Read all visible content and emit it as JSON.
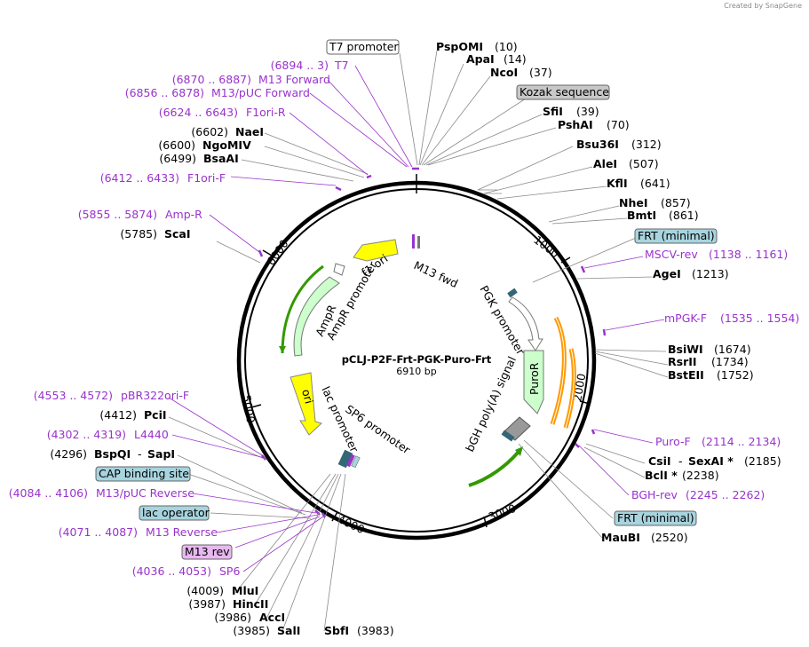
{
  "credit": "Created by SnapGene",
  "plasmid": {
    "name": "pCLJ-P2F-Frt-PGK-Puro-Frt",
    "length": "6910 bp"
  },
  "ticks": [
    "1000",
    "2000",
    "3000",
    "4000",
    "5000",
    "6000"
  ],
  "features": {
    "m13fwd": "M13 fwd",
    "f1ori": "f1 ori",
    "ampr_promoter": "AmpR promoter",
    "ampr": "AmpR",
    "ori": "ori",
    "lac_promoter": "lac promoter",
    "sp6_promoter": "SP6 promoter",
    "pgk_promoter": "PGK promoter",
    "puror": "PuroR",
    "bgh": "bGH poly(A) signal"
  },
  "labels": {
    "t7prom": "T7 promoter",
    "kozak": "Kozak sequence",
    "frt1": "FRT (minimal)",
    "frt2": "FRT (minimal)",
    "cap": "CAP binding site",
    "lacop": "lac operator",
    "m13rev": "M13 rev",
    "pspomi": "PspOMI",
    "pspomi_pos": "(10)",
    "apai": "ApaI",
    "apai_pos": "(14)",
    "ncoi": "NcoI",
    "ncoi_pos": "(37)",
    "sfii": "SfiI",
    "sfii_pos": "(39)",
    "pshai": "PshAI",
    "pshai_pos": "(70)",
    "bsu36i": "Bsu36I",
    "bsu36i_pos": "(312)",
    "alei": "AleI",
    "alei_pos": "(507)",
    "kfli": "KflI",
    "kfli_pos": "(641)",
    "nhei": "NheI",
    "nhei_pos": "(857)",
    "bmti": "BmtI",
    "bmti_pos": "(861)",
    "mscvrev": "MSCV-rev",
    "mscvrev_pos": "(1138 .. 1161)",
    "agei": "AgeI",
    "agei_pos": "(1213)",
    "mpgkf": "mPGK-F",
    "mpgkf_pos": "(1535 .. 1554)",
    "bsiwi": "BsiWI",
    "bsiwi_pos": "(1674)",
    "rsrii": "RsrII",
    "rsrii_pos": "(1734)",
    "bsteii": "BstEII",
    "bsteii_pos": "(1752)",
    "purof": "Puro-F",
    "purof_pos": "(2114 .. 2134)",
    "csii": "CsiI",
    "dash1": "-",
    "sexai": "SexAI *",
    "sexai_pos": "(2185)",
    "bcli": "BclI *",
    "bcli_pos": "(2238)",
    "bghrev": "BGH-rev",
    "bghrev_pos": "(2245 .. 2262)",
    "maubi": "MauBI",
    "maubi_pos": "(2520)",
    "t7_pos": "(6894 .. 3)",
    "t7": "T7",
    "m13f_pos": "(6870 .. 6887)",
    "m13f": "M13 Forward",
    "m13puc_pos": "(6856 .. 6878)",
    "m13puc": "M13/pUC Forward",
    "f1orir_pos": "(6624 .. 6643)",
    "f1orir": "F1ori-R",
    "naei_pos": "(6602)",
    "naei": "NaeI",
    "ngomiv_pos": "(6600)",
    "ngomiv": "NgoMIV",
    "bsaai_pos": "(6499)",
    "bsaai": "BsaAI",
    "f1orif_pos": "(6412 .. 6433)",
    "f1orif": "F1ori-F",
    "ampr_p_pos": "(5855 .. 5874)",
    "ampr_p": "Amp-R",
    "scai_pos": "(5785)",
    "scai": "ScaI",
    "pbr_pos": "(4553 .. 4572)",
    "pbr": "pBR322ori-F",
    "pcii_pos": "(4412)",
    "pcii": "PciI",
    "l4440_pos": "(4302 .. 4319)",
    "l4440": "L4440",
    "bspqi_pos": "(4296)",
    "bspqi": "BspQI",
    "dash2": "-",
    "sapi": "SapI",
    "m13pucrev_pos": "(4084 .. 4106)",
    "m13pucrev": "M13/pUC Reverse",
    "m13reverse_pos": "(4071 .. 4087)",
    "m13reverse": "M13 Reverse",
    "sp6p_pos": "(4036 .. 4053)",
    "sp6p": "SP6",
    "mlui_pos": "(4009)",
    "mlui": "MluI",
    "hincii_pos": "(3987)",
    "hincii": "HincII",
    "acci_pos": "(3986)",
    "acci": "AccI",
    "sali_pos": "(3985)",
    "sali": "SalI",
    "sbfi": "SbfI",
    "sbfi_pos": "(3983)"
  },
  "colors": {
    "primer": "#9933cc",
    "feature_label_box": "#a8d4de",
    "m13rev_box": "#e8b8f0",
    "kozak_box": "#c8c8c8",
    "ori_arrow": "#ffff00",
    "ampr_arrow": "#ccffcc",
    "green_orf": "#339900",
    "orange_orf": "#ff9900"
  }
}
